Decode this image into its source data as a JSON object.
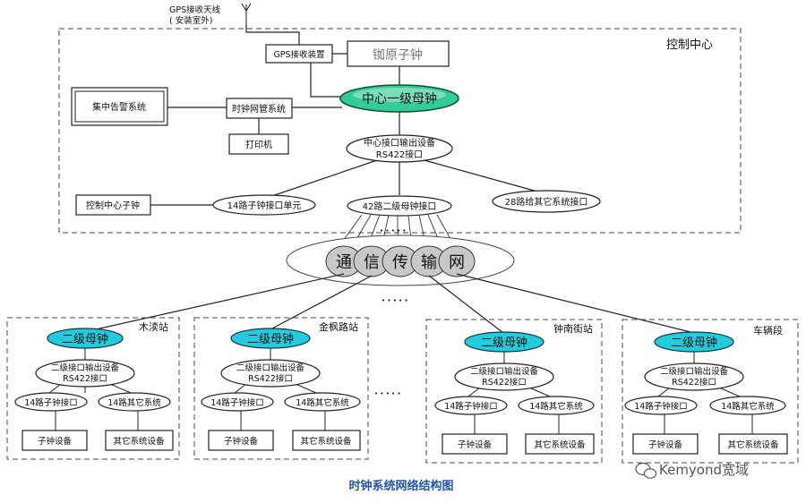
{
  "antenna_label_1": "GPS接收天线",
  "antenna_label_2": "( 安装室外)",
  "control_center_label": "控制中心",
  "gps_receiver": "GPS接收装置",
  "rubidium_clock": "铷原子钟",
  "master_clock": "中心一级母钟",
  "alarm_system": "集中告警系统",
  "nms": "时钟网管系统",
  "printer": "打印机",
  "center_interface_line1": "中心接口输出设备",
  "center_interface_line2": "RS422接口",
  "center_slave_clock": "控制中心子钟",
  "slave_interface_14": "14路子钟接口单元",
  "secondary_interface_42": "42路二级母钟接口",
  "other_interface_28": "28路给其它系统接口",
  "comm_network_chars": [
    "通",
    "信",
    "传",
    "输",
    "网"
  ],
  "ellipsis": "• • • • •",
  "stations": [
    {
      "name": "木渎站",
      "secondary_clock": "二级母钟",
      "interface_line1": "二级接口输出设备",
      "interface_line2": "RS422接口",
      "slave_port": "14路子钟接口",
      "other_port": "14路其它系统",
      "slave_device": "子钟设备",
      "other_device": "其它系统设备"
    },
    {
      "name": "金枫路站",
      "secondary_clock": "二级母钟",
      "interface_line1": "二级接口输出设备",
      "interface_line2": "RS422接口",
      "slave_port": "14路子钟接口",
      "other_port": "14路其它系统",
      "slave_device": "子钟设备",
      "other_device": "其它系统设备"
    },
    {
      "name": "钟南街站",
      "secondary_clock": "二级母钟",
      "interface_line1": "二级接口输出设备",
      "interface_line2": "RS422接口",
      "slave_port": "14路子钟接口",
      "other_port": "14路其它系统",
      "slave_device": "子钟设备",
      "other_device": "其它系统设备"
    },
    {
      "name": "车辆段",
      "secondary_clock": "二级母钟",
      "interface_line1": "二级接口输出设备",
      "interface_line2": "RS422接口",
      "slave_port": "14路子钟接口",
      "other_port": "14路其它系统",
      "slave_device": "子钟设备",
      "other_device": "其它系统设备"
    }
  ],
  "diagram_title": "时钟系统网络结构图",
  "watermark": "Kemyond宽域",
  "colors": {
    "master_fill": "#33cc99",
    "secondary_fill": "#22ccdd",
    "network_fill": "#c8c8c8",
    "title_color": "#2255aa"
  }
}
